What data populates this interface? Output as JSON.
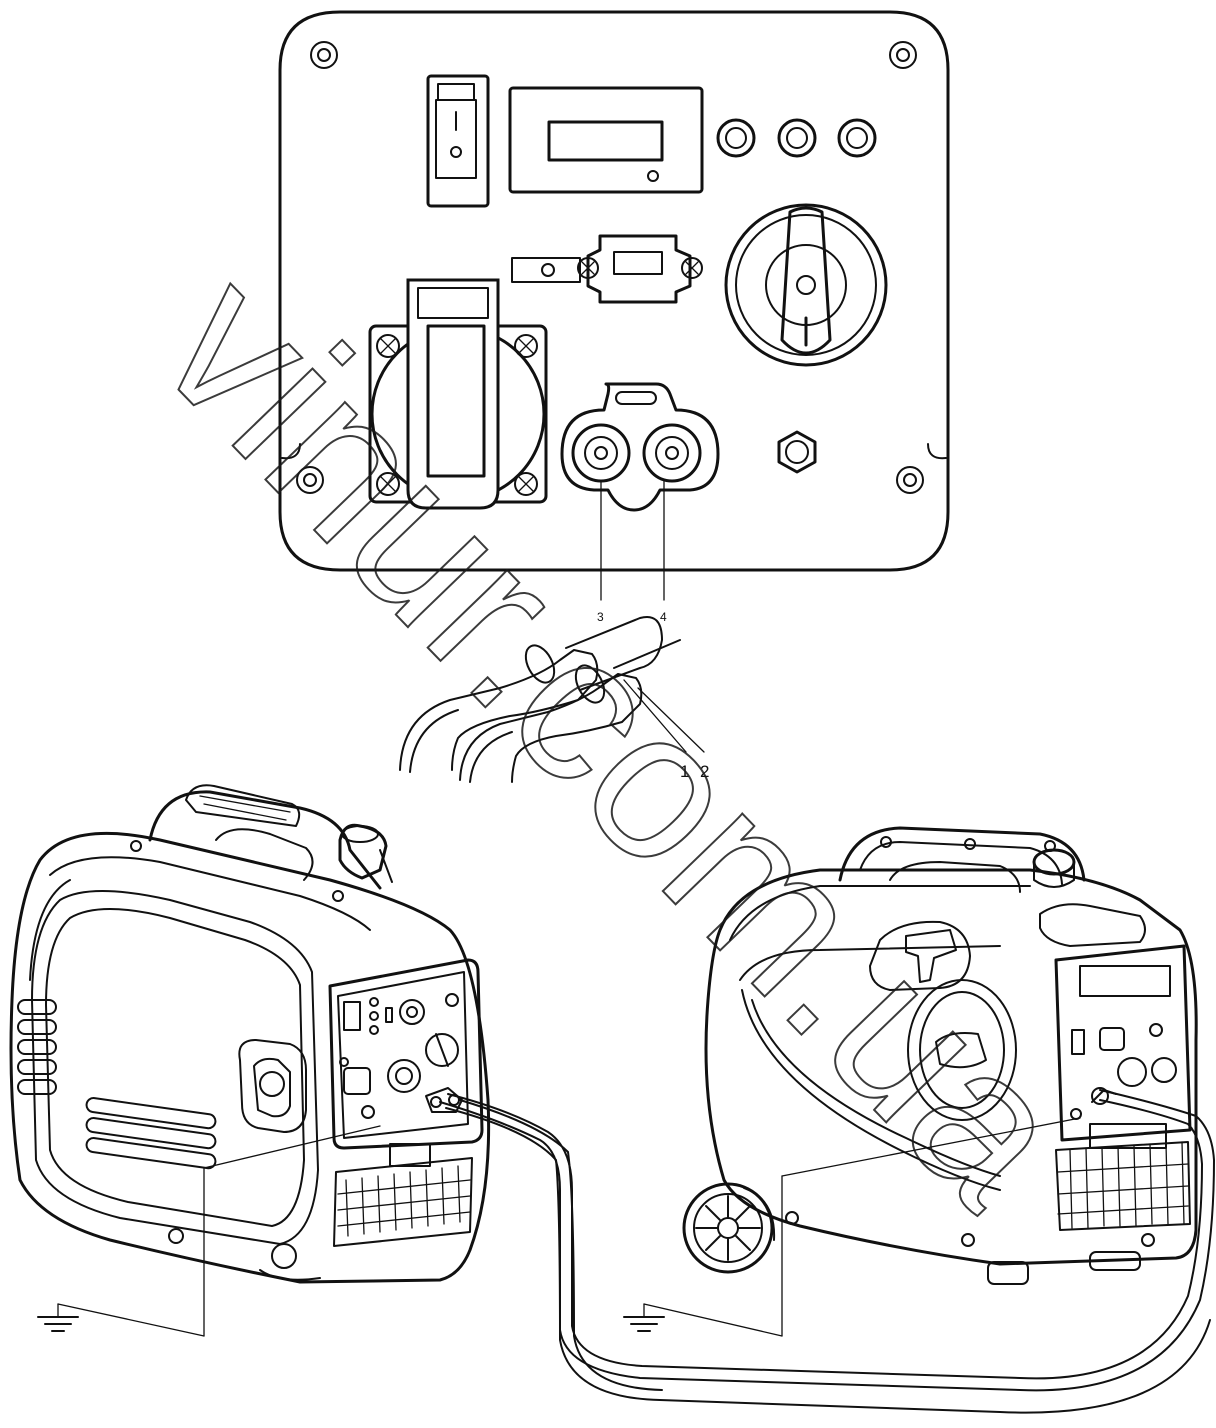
{
  "callouts": {
    "c1": "1",
    "c2": "2",
    "c3": "3",
    "c4": "4"
  },
  "watermark": "vinur.com.ua",
  "icons": [
    "ground-symbol-icon",
    "ground-symbol-icon",
    "rocker-switch-icon",
    "parallel-terminal-icon"
  ]
}
